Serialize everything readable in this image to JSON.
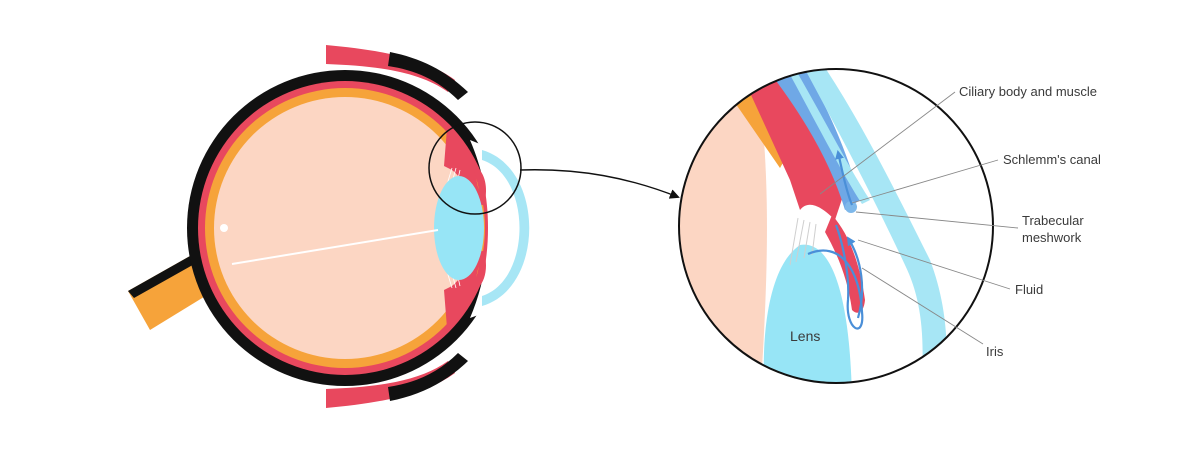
{
  "labels": {
    "ciliary": "Ciliary body and muscle",
    "schlemm": "Schlemm's canal",
    "trabecular_line1": "Trabecular",
    "trabecular_line2": "meshwork",
    "fluid": "Fluid",
    "iris": "Iris",
    "lens": "Lens"
  },
  "colors": {
    "sclera": "#111111",
    "retina_red": "#e8485e",
    "choroid_orange": "#f6a33a",
    "vitreous": "#fcd6c3",
    "lens_blue": "#97e5f6",
    "cornea_blue": "#a7e6f5",
    "fluid_arrow": "#4a8fd8",
    "trabecular_blue": "#7eb8ea"
  }
}
